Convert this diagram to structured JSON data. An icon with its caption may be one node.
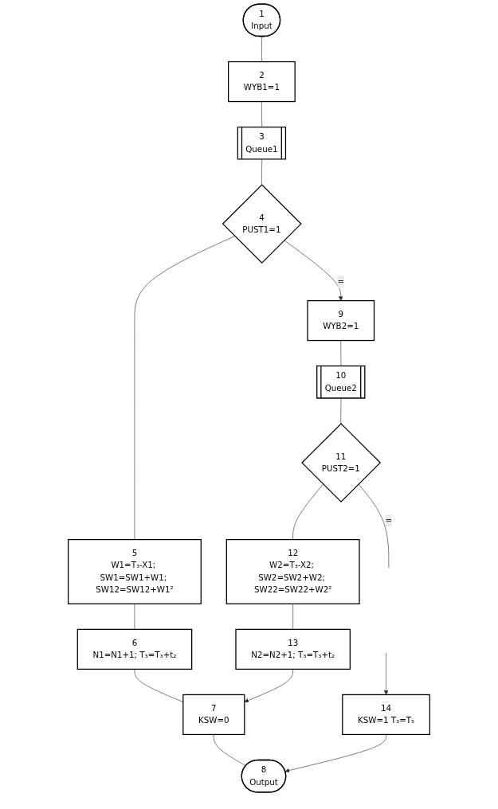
{
  "diagram": {
    "nodes": [
      {
        "text": [
          "1",
          "Input"
        ]
      },
      {
        "text": [
          "2",
          "WYB1=1"
        ]
      },
      {
        "text": [
          "3",
          "Queue1"
        ]
      },
      {
        "text": [
          "4",
          "PUST1=1"
        ]
      },
      {
        "text": [
          "5",
          "W1=T₃-X1; SW1=SW1+W1; SW12=SW12+W1²"
        ]
      },
      {
        "text": [
          "6",
          "N1=N1+1; T₃=T₃+t₂"
        ]
      },
      {
        "text": [
          "7",
          "KSW=0"
        ]
      },
      {
        "text": [
          "8",
          "Output"
        ]
      },
      {
        "text": [
          "9",
          "WYB2=1"
        ]
      },
      {
        "text": [
          "10",
          "Queue2"
        ]
      },
      {
        "text": [
          "11",
          "PUST2=1"
        ]
      },
      {
        "text": [
          "12",
          "W2=T₃-X2; SW2=SW2+W2; SW22=SW22+W2²"
        ]
      },
      {
        "text": [
          "13",
          "N2=N2+1; T₃=T₃+t₂"
        ]
      },
      {
        "text": [
          "14",
          "KSW=1 T₃=T₅"
        ]
      }
    ],
    "edges": [
      {
        "from": 0,
        "to": 1,
        "arrow": "none"
      },
      {
        "from": 1,
        "to": 2,
        "arrow": "none"
      },
      {
        "from": 2,
        "to": 3,
        "arrow": "none"
      },
      {
        "from": 3,
        "to": 8,
        "arrow": "to",
        "label": "="
      },
      {
        "from": 3,
        "to": 4,
        "arrow": "none"
      },
      {
        "from": 4,
        "to": 5,
        "arrow": "none"
      },
      {
        "from": 5,
        "to": 6,
        "arrow": "none"
      },
      {
        "from": 6,
        "to": 7,
        "arrow": "none"
      },
      {
        "from": 8,
        "to": 9,
        "arrow": "none"
      },
      {
        "from": 9,
        "to": 10,
        "arrow": "none"
      },
      {
        "from": 10,
        "to": null,
        "arrow": "none",
        "label": "="
      },
      {
        "from": 10,
        "to": 11,
        "arrow": "none"
      },
      {
        "from": 11,
        "to": 12,
        "arrow": "none"
      },
      {
        "from": 12,
        "to": 6,
        "arrow": "to"
      },
      {
        "from": null,
        "to": 13,
        "arrow": "to"
      },
      {
        "from": 13,
        "to": 7,
        "arrow": "to"
      }
    ]
  }
}
